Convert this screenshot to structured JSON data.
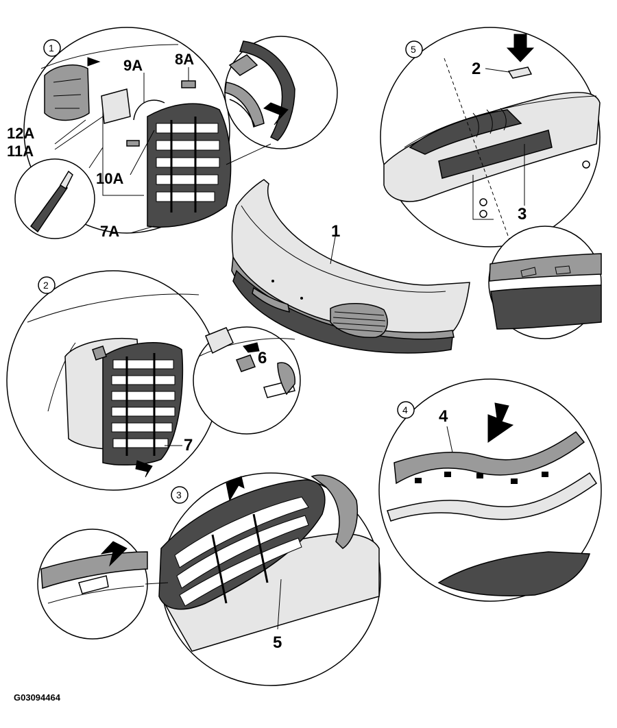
{
  "figure_id": "G03094464",
  "step_markers": [
    "1",
    "2",
    "3",
    "4",
    "5"
  ],
  "callouts": {
    "bumper": "1",
    "clip_top": "2",
    "dark_strip": "3",
    "trim_strip": "4",
    "grille_center": "5",
    "clip_side": "6",
    "grille_side": "7",
    "grille_side_a": "7A",
    "screw_8a": "8A",
    "bracket_9a": "9A",
    "screw_10a": "10A",
    "bracket_11a": "11A",
    "light_12a": "12A"
  }
}
